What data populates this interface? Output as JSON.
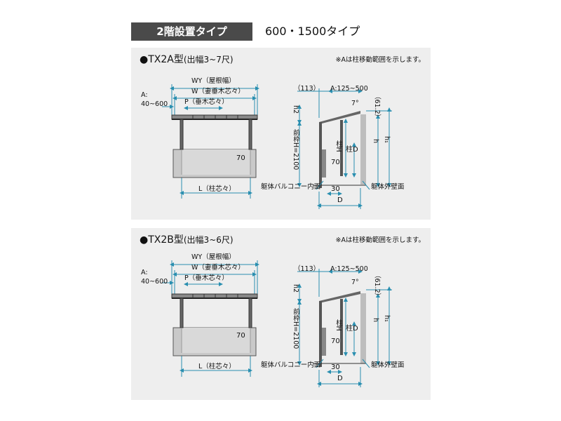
{
  "header": {
    "tag": "2階設置タイプ",
    "subtitle": "600・1500タイプ"
  },
  "panels": [
    {
      "title_main": "●TX2A型",
      "title_sub": "(出幅3~7尺)",
      "note": "※Aは柱移動範囲を示します。",
      "front": {
        "wy": "WY（屋根幅）",
        "w": "W（妻垂木芯々）",
        "p": "P（垂木芯々）",
        "a": "A:",
        "a_range": "40~600",
        "dim70": "70",
        "l": "L（柱芯々）"
      },
      "side": {
        "d113": "（113）",
        "a": "A:125~500",
        "angle": "7°",
        "d612": "（61.2）",
        "h2": "h2",
        "front_h": "前枠H=2100",
        "col_h": "柱H",
        "col_d": "柱D",
        "h": "h",
        "h1": "h₁",
        "dim70": "70",
        "dim30": "30",
        "d": "D",
        "balcony": "躯体バルコニー内面",
        "wall": "躯体外壁面"
      }
    },
    {
      "title_main": "●TX2B型",
      "title_sub": "(出幅3~6尺)",
      "note": "※Aは柱移動範囲を示します。",
      "front": {
        "wy": "WY（屋根幅）",
        "w": "W（妻垂木芯々）",
        "p": "P（垂木芯々）",
        "a": "A:",
        "a_range": "40~600",
        "dim70": "70",
        "l": "L（柱芯々）"
      },
      "side": {
        "d113": "（113）",
        "a": "A:125~500",
        "angle": "7°",
        "d612": "（61.2）",
        "h2": "h2",
        "front_h": "前枠H=2100",
        "col_h": "柱H",
        "col_d": "柱D",
        "h": "h",
        "h1": "h₁",
        "dim70": "70",
        "dim30": "30",
        "d": "D",
        "balcony": "躯体バルコニー内面",
        "wall": "躯体外壁面"
      }
    }
  ]
}
